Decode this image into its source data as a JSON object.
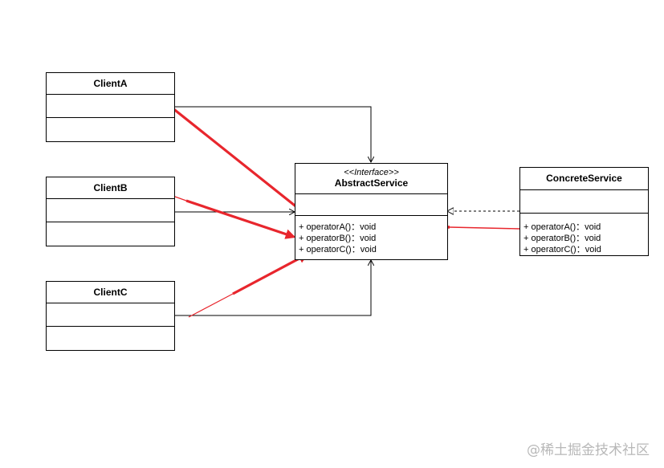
{
  "classes": {
    "client_a": {
      "name": "ClientA"
    },
    "client_b": {
      "name": "ClientB"
    },
    "client_c": {
      "name": "ClientC"
    },
    "abstract_service": {
      "stereotype": "<<Interface>>",
      "name": "AbstractService",
      "methods": [
        "+ operatorA()：void",
        "+ operatorB()：void",
        "+ operatorC()：void"
      ]
    },
    "concrete_service": {
      "name": "ConcreteService",
      "methods": [
        "+ operatorA()：void",
        "+ operatorB()：void",
        "+ operatorC()：void"
      ]
    }
  },
  "colors": {
    "line": "#000000",
    "highlight": "#e8262d"
  },
  "watermark": "@稀土掘金技术社区"
}
